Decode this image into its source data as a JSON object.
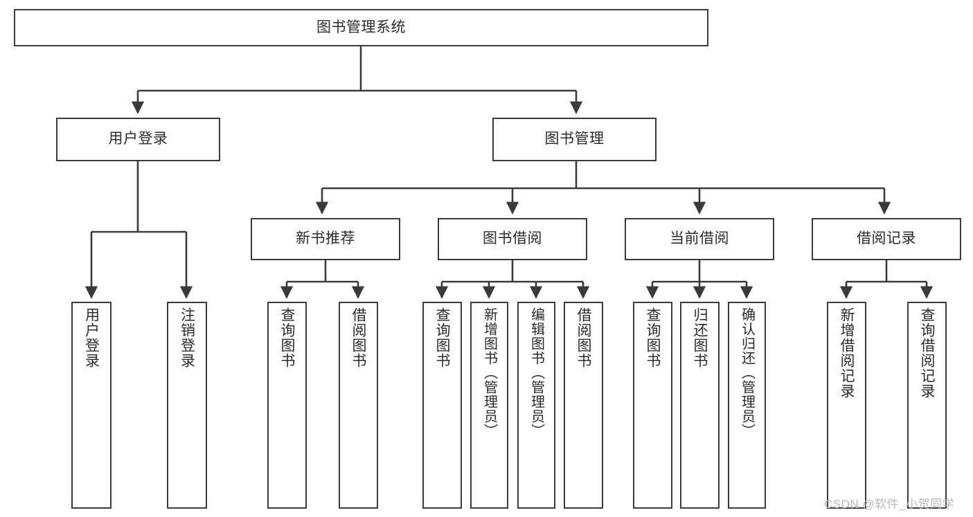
{
  "diagram": {
    "title": "图书管理系统",
    "type": "tree-hierarchy-diagram",
    "root": {
      "label": "图书管理系统"
    },
    "level1": [
      {
        "label": "用户登录"
      },
      {
        "label": "图书管理"
      }
    ],
    "level2": [
      {
        "label": "新书推荐"
      },
      {
        "label": "图书借阅"
      },
      {
        "label": "当前借阅"
      },
      {
        "label": "借阅记录"
      }
    ],
    "leaves": {
      "user_login": [
        {
          "label": "用户登录"
        },
        {
          "label": "注销登录"
        }
      ],
      "new_book_recommend": [
        {
          "label": "查询图书"
        },
        {
          "label": "借阅图书"
        }
      ],
      "book_borrow": [
        {
          "label": "查询图书"
        },
        {
          "label": "新增图书（管理员）"
        },
        {
          "label": "编辑图书（管理员）"
        },
        {
          "label": "借阅图书"
        }
      ],
      "current_borrow": [
        {
          "label": "查询图书"
        },
        {
          "label": "归还图书"
        },
        {
          "label": "确认归还（管理员）"
        }
      ],
      "borrow_record": [
        {
          "label": "新增借阅记录"
        },
        {
          "label": "查询借阅记录"
        }
      ]
    }
  },
  "watermark": {
    "text": "CSDN @软件_小贺同学"
  },
  "colors": {
    "stroke": "#3a3a3a",
    "background": "#ffffff",
    "text": "#2b2b2b",
    "watermark": "#b9b9b9"
  }
}
